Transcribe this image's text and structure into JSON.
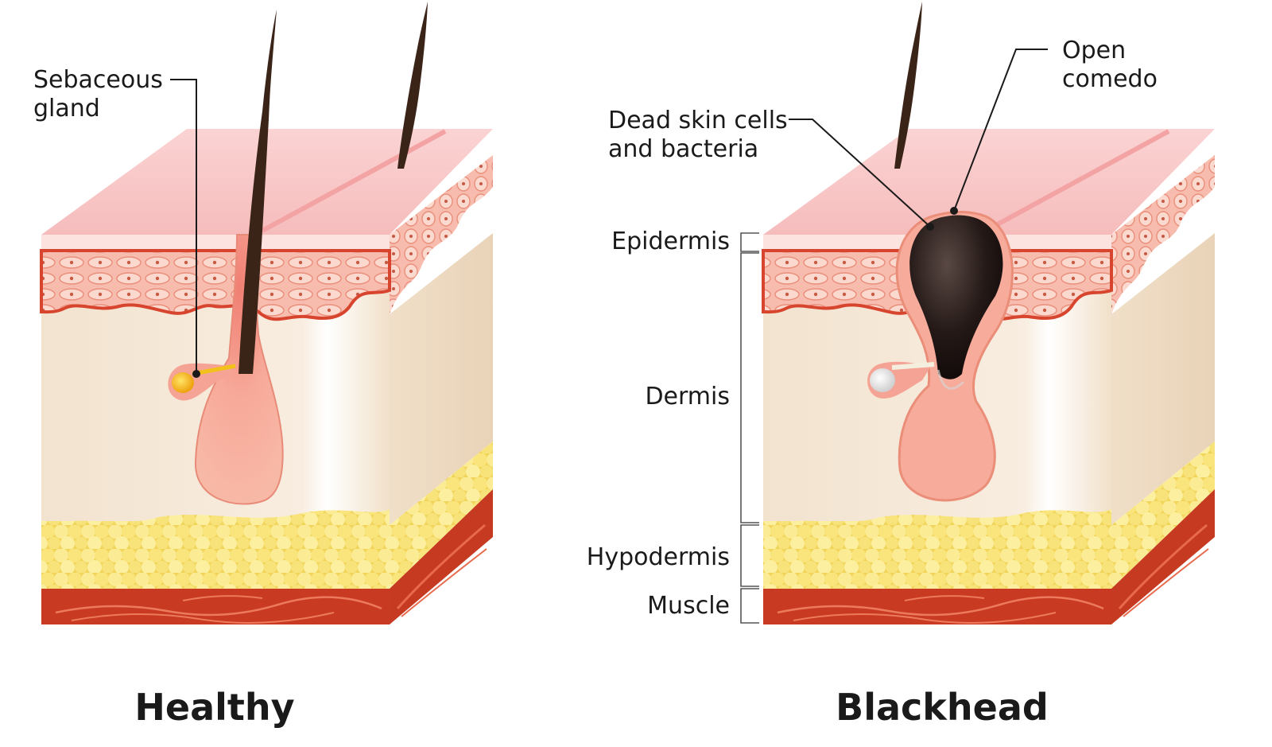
{
  "healthy": {
    "title": "Healthy",
    "label_sebaceous_line1": "Sebaceous",
    "label_sebaceous_line2": "gland"
  },
  "blackhead": {
    "title": "Blackhead",
    "label_open_line1": "Open",
    "label_open_line2": "comedo",
    "label_dead_line1": "Dead skin cells",
    "label_dead_line2": "and bacteria"
  },
  "layers": {
    "epidermis": "Epidermis",
    "dermis": "Dermis",
    "hypodermis": "Hypodermis",
    "muscle": "Muscle"
  },
  "colors": {
    "skin_top": "#f9c9c9",
    "epidermis": "#f6b3a4",
    "dermis": "#f5e6d3",
    "fat": "#f7e27a",
    "muscle": "#c93a22",
    "hair": "#3a2418",
    "comedo": "#1c1412",
    "sebum": "#f2b416"
  }
}
